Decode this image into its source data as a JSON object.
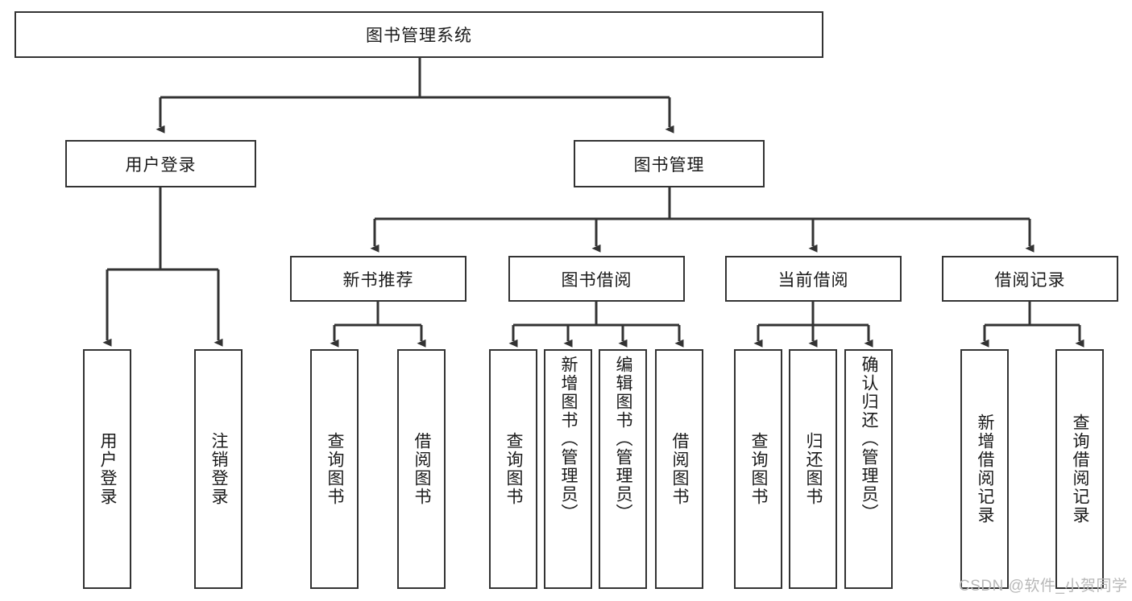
{
  "diagram": {
    "type": "tree-hierarchy-chart",
    "title_node": "图书管理系统",
    "line_color": "#333333",
    "box_fill": "#ffffff",
    "text_color": "#1a1a1a",
    "background": "#ffffff"
  },
  "nodes": {
    "root": {
      "label": "图书管理系统"
    },
    "l2": [
      {
        "label": "用户登录"
      },
      {
        "label": "图书管理"
      }
    ],
    "l3": [
      {
        "label": "新书推荐"
      },
      {
        "label": "图书借阅"
      },
      {
        "label": "当前借阅"
      },
      {
        "label": "借阅记录"
      }
    ],
    "leaves": {
      "user_login": [
        {
          "label": "用户登录"
        },
        {
          "label": "注销登录"
        }
      ],
      "new_book": [
        {
          "label": "查询图书"
        },
        {
          "label": "借阅图书"
        }
      ],
      "book_borrow": [
        {
          "label": "查询图书"
        },
        {
          "label": "新增图书（管理员）"
        },
        {
          "label": "编辑图书（管理员）"
        },
        {
          "label": "借阅图书"
        }
      ],
      "current_borrow": [
        {
          "label": "查询图书"
        },
        {
          "label": "归还图书"
        },
        {
          "label": "确认归还（管理员）"
        }
      ],
      "borrow_record": [
        {
          "label": "新增借阅记录"
        },
        {
          "label": "查询借阅记录"
        }
      ]
    }
  },
  "watermark": {
    "text": "CSDN @软件_小贺同学"
  }
}
